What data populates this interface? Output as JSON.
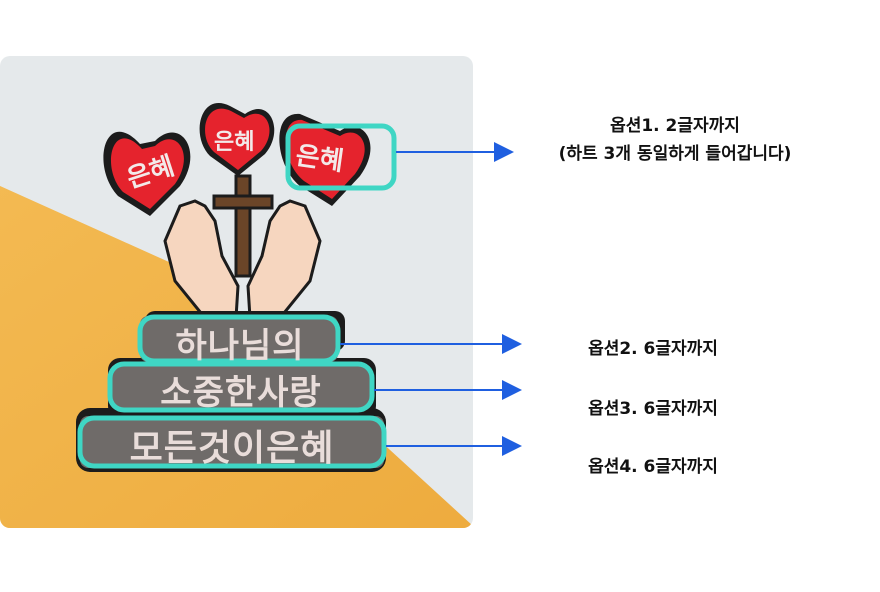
{
  "hearts": [
    "은혜",
    "은혜",
    "은혜"
  ],
  "plaque_lines": [
    "하나님의",
    "소중한사랑",
    "모든것이은혜"
  ],
  "options": [
    {
      "line1": "옵션1. 2글자까지",
      "line2": "(하트 3개 동일하게 들어갑니다)"
    },
    {
      "line1": "옵션2. 6글자까지"
    },
    {
      "line1": "옵션3. 6글자까지"
    },
    {
      "line1": "옵션4. 6글자까지"
    }
  ],
  "colors": {
    "highlight": "#3fd6c4",
    "arrow": "#1f5fe0",
    "heart": "#e8232e",
    "plaque": "#6e6a68",
    "background_yellow": "#f2b44a",
    "background_gray": "#e6eaec"
  }
}
